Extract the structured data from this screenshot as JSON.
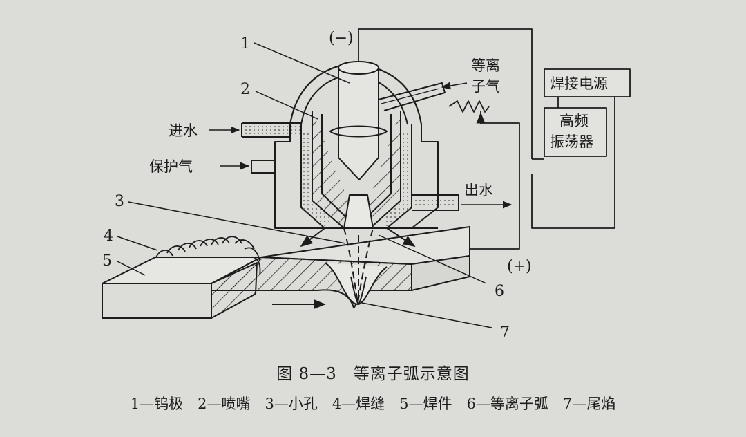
{
  "figure": {
    "labels": {
      "n1": "1",
      "n2": "2",
      "n3": "3",
      "n4": "4",
      "n5": "5",
      "n6": "6",
      "n7": "7",
      "minus": "(−)",
      "plus": "(+)",
      "plasma_gas_line1": "等离",
      "plasma_gas_line2": "子气",
      "water_in": "进水",
      "shield_gas": "保护气",
      "water_out": "出水",
      "power_supply": "焊接电源",
      "hf_line1": "高频",
      "hf_line2": "振荡器"
    },
    "caption": "图 8—3　等离子弧示意图",
    "legend": "1—钨极　2—喷嘴　3—小孔　4—焊缝　5—焊件　6—等离子弧　7—尾焰"
  }
}
